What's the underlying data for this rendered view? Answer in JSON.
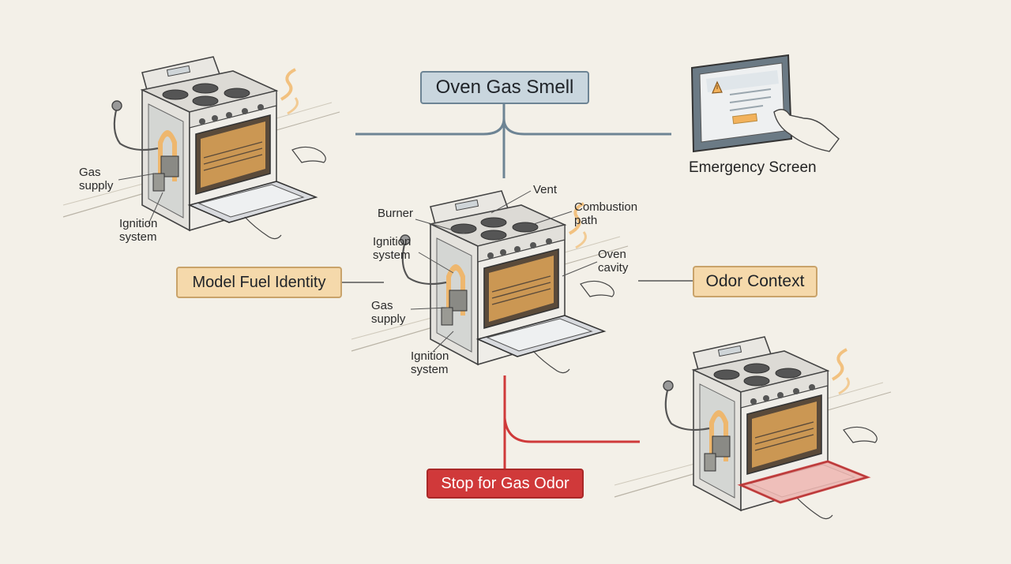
{
  "title": "Oven Gas Smell",
  "nodes": {
    "model_fuel_identity": "Model Fuel Identity",
    "odor_context": "Odor Context",
    "stop_for_gas_odor": "Stop for Gas Odor",
    "emergency_screen": "Emergency Screen"
  },
  "top_left_oven_labels": {
    "gas_supply": "Gas\nsupply",
    "ignition_system": "Ignition\nsystem"
  },
  "center_oven_labels": {
    "vent": "Vent",
    "combustion_path": "Combustion\npath",
    "burner": "Burner",
    "ignition_system_upper": "Ignition\nsystem",
    "oven_cavity": "Oven\ncavity",
    "gas_supply": "Gas\nsupply",
    "ignition_system_lower": "Ignition\nsystem"
  },
  "colors": {
    "background": "#f3f0e8",
    "connector_blue": "#6d8494",
    "connector_grey": "#555555",
    "connector_red": "#cf3a3a",
    "title_fill": "#c9d6de",
    "tan_fill": "#f5d9ab",
    "red_fill": "#d0393a",
    "heat_glow": "#f2b25c"
  },
  "icons": [
    "oven-icon",
    "tablet-icon",
    "hand-icon",
    "warning-icon",
    "gas-valve-icon"
  ]
}
